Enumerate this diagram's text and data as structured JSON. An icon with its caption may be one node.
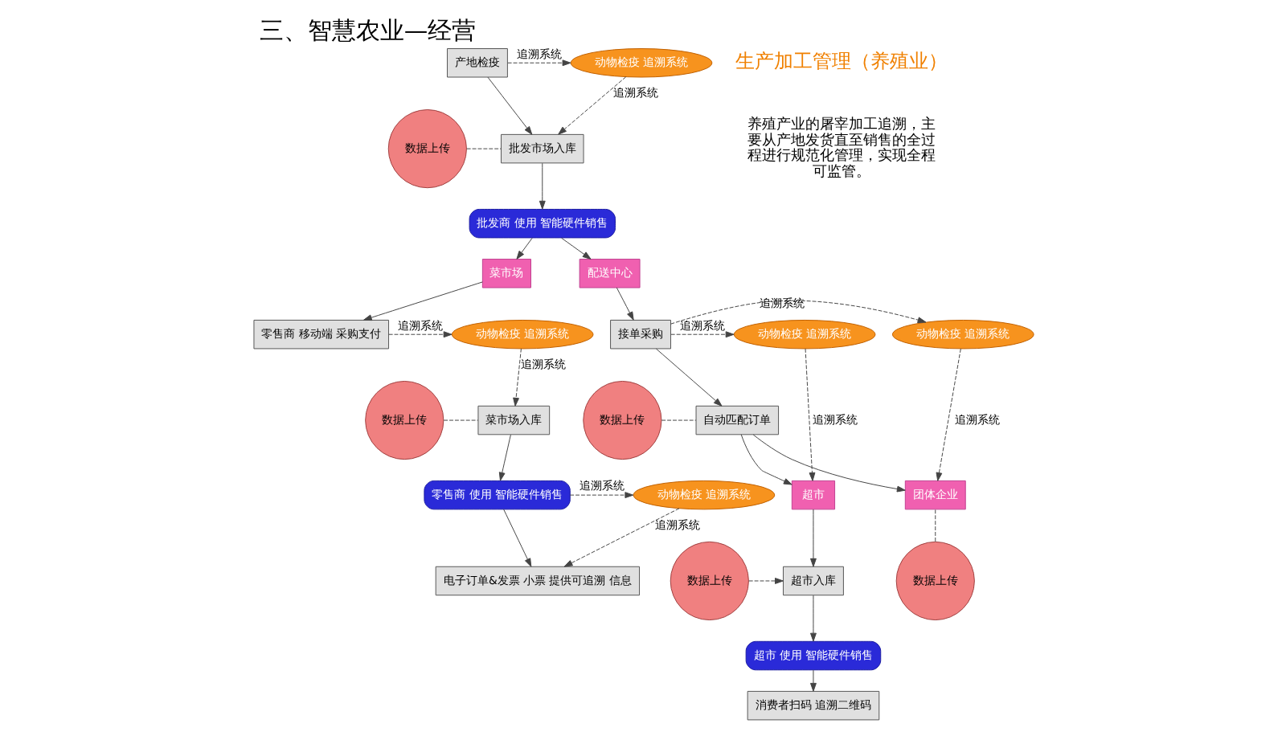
{
  "diagram": {
    "title": "三、智慧农业—经营",
    "nodes": [
      {
        "text": [
          "产地检疫"
        ]
      },
      {
        "text": [
          "动物检疫 追溯系统"
        ]
      },
      {
        "text": [
          "批发市场入库"
        ]
      },
      {
        "text": [
          "数据上传"
        ]
      },
      {
        "text": [
          "批发商 使用 智能硬件销售"
        ]
      },
      {
        "text": [
          "菜市场"
        ]
      },
      {
        "text": [
          "配送中心"
        ]
      },
      {
        "text": [
          "零售商 移动端 采购支付"
        ]
      },
      {
        "text": [
          "动物检疫 追溯系统"
        ]
      },
      {
        "text": [
          "菜市场入库"
        ]
      },
      {
        "text": [
          "数据上传"
        ]
      },
      {
        "text": [
          "零售商 使用 智能硬件销售"
        ]
      },
      {
        "text": [
          "动物检疫 追溯系统"
        ]
      },
      {
        "text": [
          "电子订单&发票 小票 提供可追溯 信息"
        ]
      },
      {
        "text": [
          "接单采购"
        ]
      },
      {
        "text": [
          "动物检疫 追溯系统"
        ]
      },
      {
        "text": [
          "动物检疫 追溯系统"
        ]
      },
      {
        "text": [
          "自动匹配订单"
        ]
      },
      {
        "text": [
          "数据上传"
        ]
      },
      {
        "text": [
          "超市"
        ]
      },
      {
        "text": [
          "团体企业"
        ]
      },
      {
        "text": [
          "数据上传"
        ]
      },
      {
        "text": [
          "数据上传"
        ]
      },
      {
        "text": [
          "超市入库"
        ]
      },
      {
        "text": [
          "超市 使用 智能硬件销售"
        ]
      },
      {
        "text": [
          "消费者扫码 追溯二维码"
        ]
      }
    ],
    "edges": [
      {
        "from": 0,
        "to": 2,
        "arrow": "to"
      },
      {
        "from": 0,
        "to": 1,
        "arrow": "to",
        "label": "追溯系统",
        "style": "dashed"
      },
      {
        "from": 1,
        "to": 2,
        "arrow": "to",
        "label": "追溯系统",
        "style": "dashed"
      },
      {
        "from": 3,
        "to": 2,
        "arrow": "none",
        "style": "dashed"
      },
      {
        "from": 2,
        "to": 4,
        "arrow": "to"
      },
      {
        "from": 4,
        "to": 5,
        "arrow": "to"
      },
      {
        "from": 4,
        "to": 6,
        "arrow": "to"
      },
      {
        "from": 5,
        "to": 7,
        "arrow": "to"
      },
      {
        "from": 7,
        "to": 8,
        "arrow": "to",
        "label": "追溯系统",
        "style": "dashed"
      },
      {
        "from": 8,
        "to": 9,
        "arrow": "to",
        "label": "追溯系统",
        "style": "dashed"
      },
      {
        "from": 10,
        "to": 9,
        "arrow": "none",
        "style": "dashed"
      },
      {
        "from": 9,
        "to": 11,
        "arrow": "to"
      },
      {
        "from": 11,
        "to": 12,
        "arrow": "to",
        "label": "追溯系统",
        "style": "dashed"
      },
      {
        "from": 12,
        "to": 13,
        "arrow": "to",
        "label": "追溯系统",
        "style": "dashed"
      },
      {
        "from": 11,
        "to": 13,
        "arrow": "to"
      },
      {
        "from": 6,
        "to": 14,
        "arrow": "to"
      },
      {
        "from": 14,
        "to": 15,
        "arrow": "to",
        "label": "追溯系统",
        "style": "dashed"
      },
      {
        "from": 14,
        "to": 16,
        "arrow": "to",
        "label": "追溯系统",
        "style": "dashed"
      },
      {
        "from": 14,
        "to": 17,
        "arrow": "to"
      },
      {
        "from": 18,
        "to": 17,
        "arrow": "none",
        "style": "dashed"
      },
      {
        "from": 17,
        "to": 19,
        "arrow": "to"
      },
      {
        "from": 17,
        "to": 20,
        "arrow": "to"
      },
      {
        "from": 15,
        "to": 19,
        "arrow": "to",
        "label": "追溯系统",
        "style": "dashed"
      },
      {
        "from": 16,
        "to": 20,
        "arrow": "to",
        "label": "追溯系统",
        "style": "dashed"
      },
      {
        "from": 19,
        "to": 23,
        "arrow": "to"
      },
      {
        "from": 21,
        "to": 23,
        "arrow": "to",
        "style": "dashed"
      },
      {
        "from": 22,
        "to": 20,
        "arrow": "none",
        "style": "dashed"
      },
      {
        "from": 23,
        "to": 24,
        "arrow": "to"
      },
      {
        "from": 24,
        "to": 25,
        "arrow": "to"
      }
    ],
    "labels": [
      "生产加工管理（养殖业）",
      "养殖产业的屠宰加工追溯，主要从产地发货直至销售的全过程进行规范化管理，实现全程可监管。"
    ]
  }
}
